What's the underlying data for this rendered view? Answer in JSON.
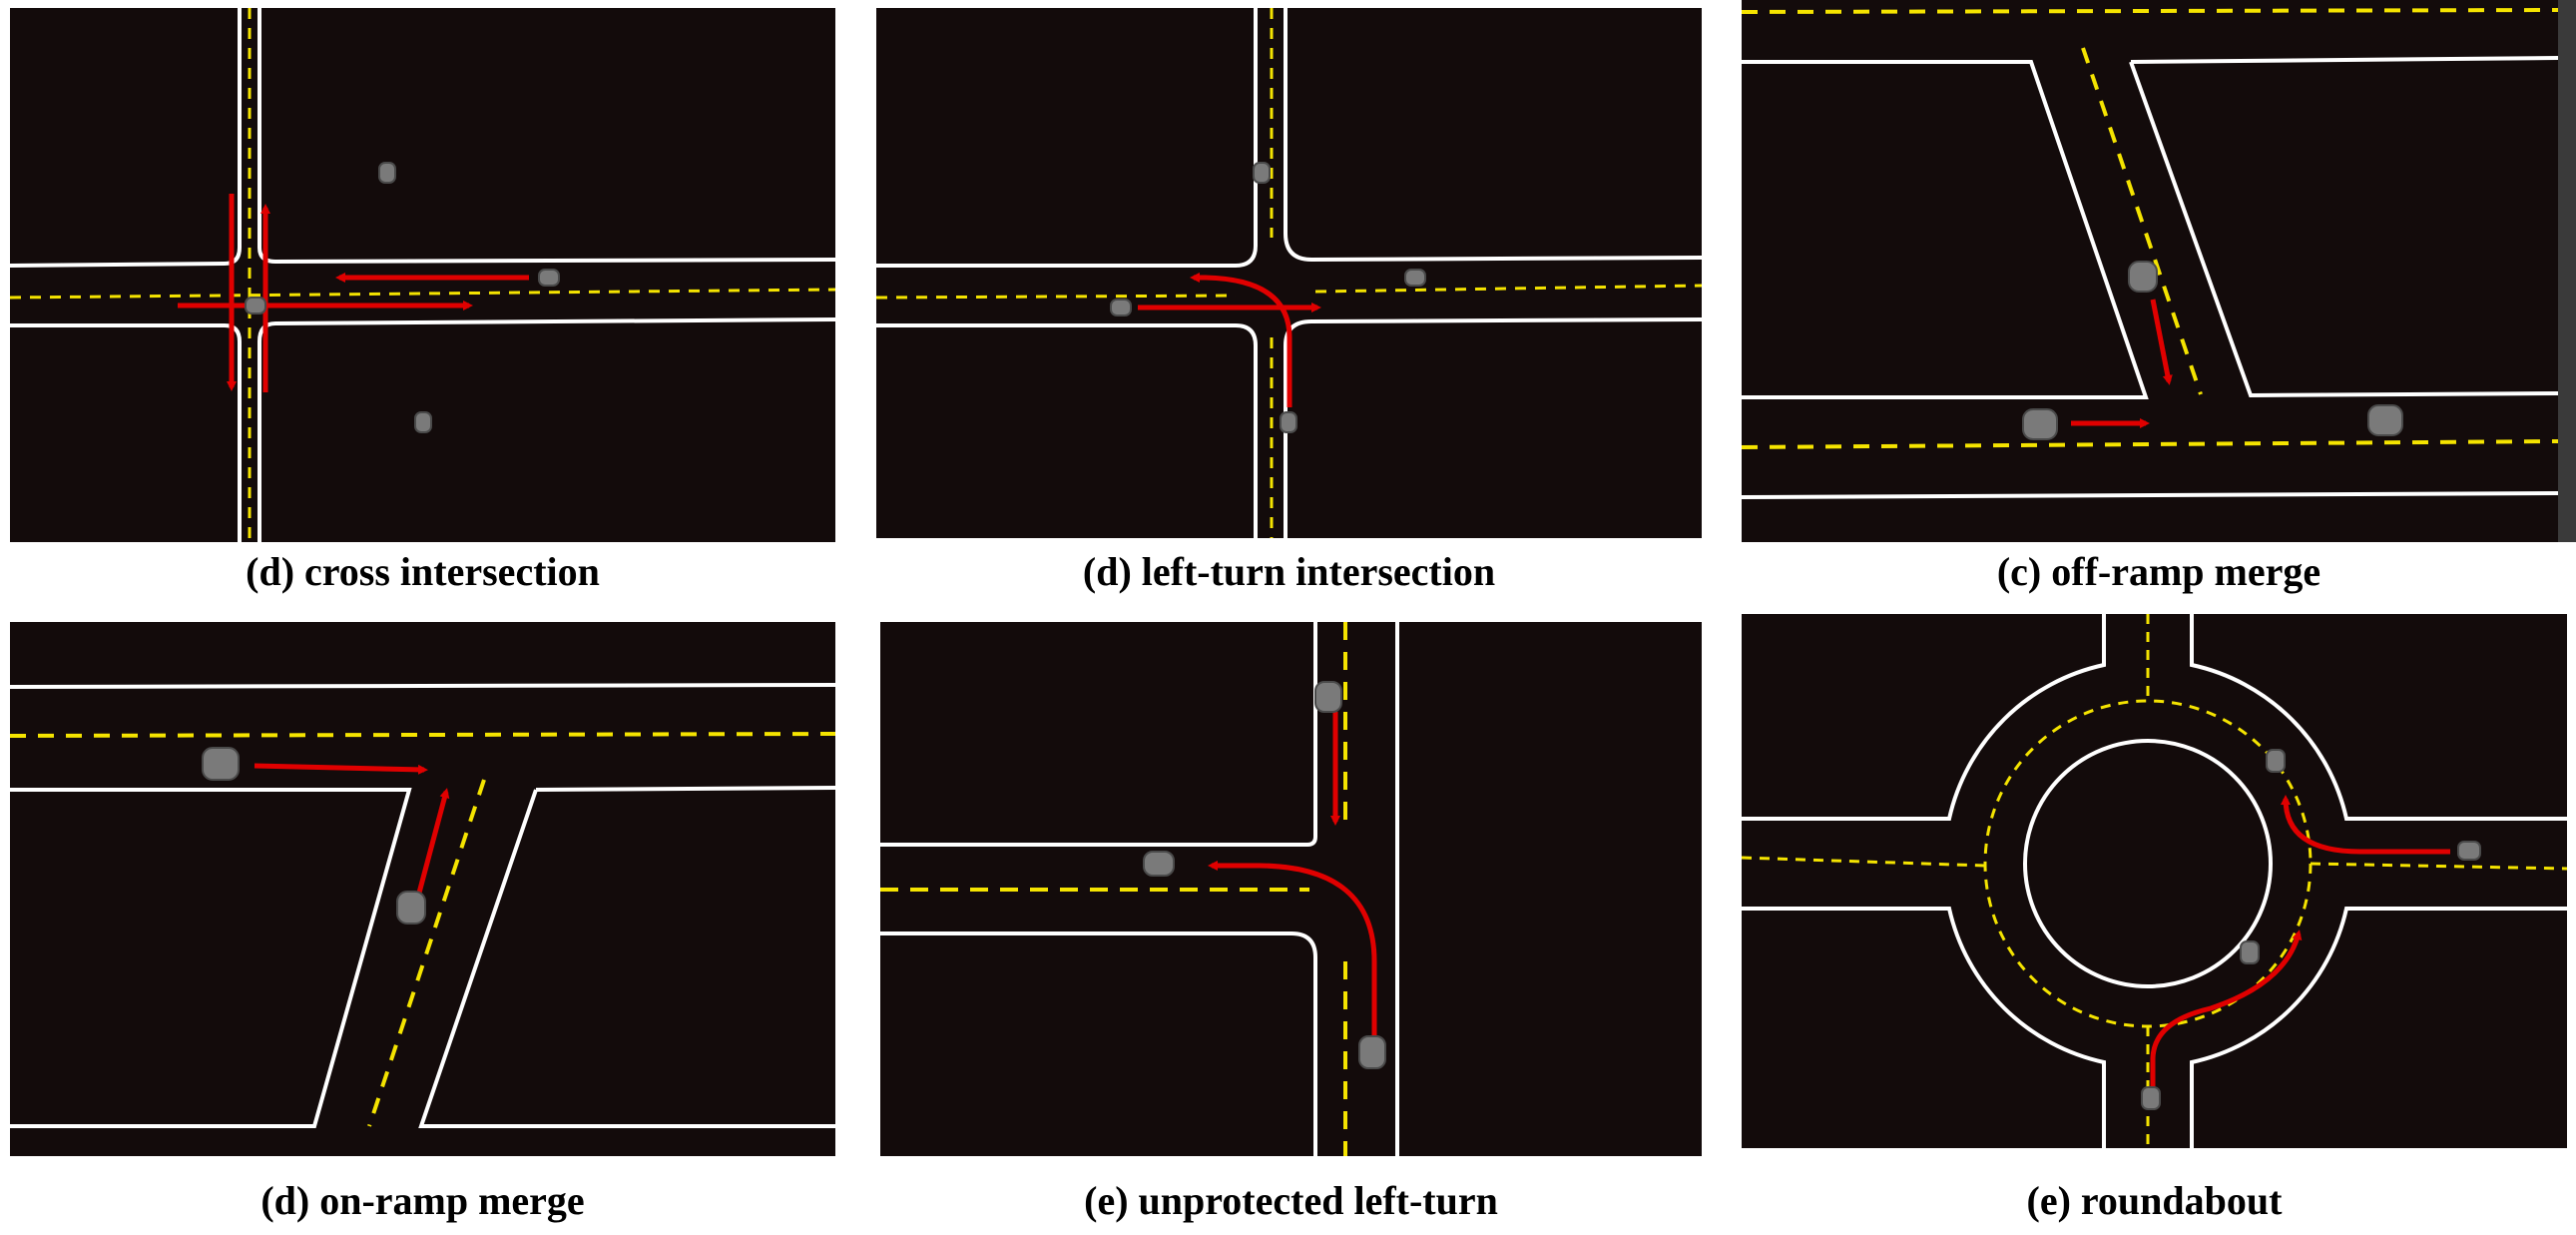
{
  "captions": {
    "cross_intersection": "(d) cross intersection",
    "left_turn_intersection": "(d) left-turn intersection",
    "off_ramp_merge": "(c) off-ramp merge",
    "on_ramp_merge": "(d) on-ramp merge",
    "unprotected_left_turn": "(e) unprotected left-turn",
    "roundabout": "(e) roundabout"
  },
  "colors": {
    "background": "#130b0b",
    "road_edge": "#ffffff",
    "lane_divider": "#f5e400",
    "trajectory_arrow": "#e00000",
    "vehicle": "#7a7a7a"
  }
}
